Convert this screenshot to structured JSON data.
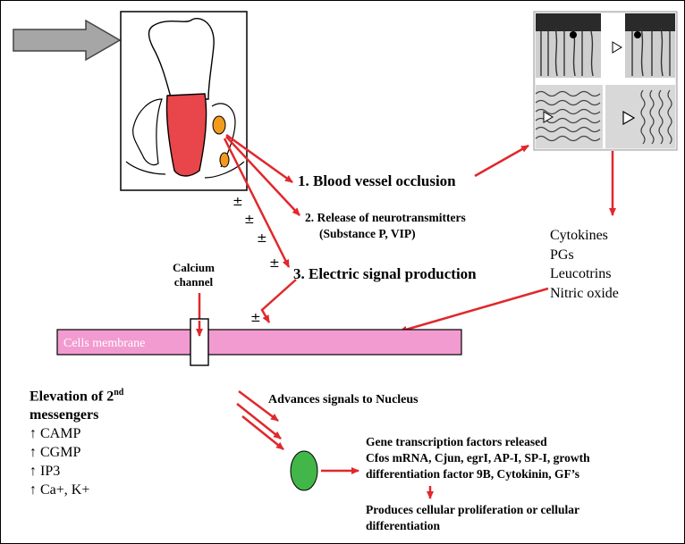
{
  "labels": {
    "blood_vessel": "1.  Blood vessel occlusion",
    "neurotransmitters_line1": "2. Release of neurotransmitters",
    "neurotransmitters_line2": "(Substance P, VIP)",
    "electric": "3. Electric signal production",
    "calcium_line1": "Calcium",
    "calcium_line2": "channel",
    "membrane": "Cells membrane",
    "advances": "Advances signals to  Nucleus"
  },
  "mediators": [
    "Cytokines",
    "PGs",
    "Leucotrins",
    "Nitric oxide"
  ],
  "messengers": {
    "title_line1": "Elevation of 2",
    "title_sup": "nd",
    "title_line2": "messengers",
    "items": [
      "↑ CAMP",
      "↑ CGMP",
      "↑ IP3",
      "↑ Ca+, K+"
    ]
  },
  "gene": {
    "line1": "Gene transcription factors released",
    "line2": "Cfos mRNA, Cjun, egrI, AP-I, SP-I, growth",
    "line3": "differentiation factor 9B, Cytokinin, GF’s"
  },
  "outcome": {
    "line1": "Produces cellular proliferation or cellular",
    "line2": "differentiation"
  },
  "plus_minus": "±",
  "colors": {
    "arrow_red": "#e0282c",
    "pulp_red": "#e8464a",
    "membrane_pink": "#f29bd0",
    "nucleus_green": "#42b649",
    "lesion_orange": "#f29a1e",
    "big_arrow_gray": "#a6a6a6"
  },
  "icons": {
    "input_arrow": "gray-block-arrow-icon",
    "tooth": "tooth-cross-section-icon",
    "histology": "vessel-histology-panels-icon",
    "nucleus": "nucleus-ellipse-icon"
  }
}
